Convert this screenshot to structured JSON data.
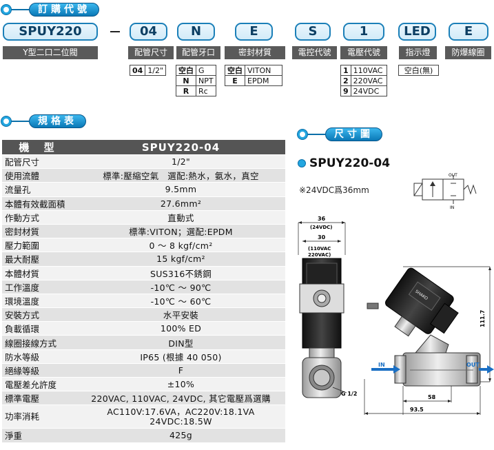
{
  "order": {
    "header": "訂購代號",
    "codes": [
      "SPUY220",
      "04",
      "N",
      "E",
      "S",
      "1",
      "LED",
      "E"
    ],
    "dash": "—",
    "labels": [
      "Y型二口二位閥",
      "配管尺寸",
      "配管牙口",
      "密封材質",
      "電控代號",
      "電壓代號",
      "指示燈",
      "防爆線圈"
    ],
    "size_opts": [
      [
        "04",
        "1/2\""
      ]
    ],
    "thread_opts": [
      [
        "空白",
        "G"
      ],
      [
        "N",
        "NPT"
      ],
      [
        "R",
        "Rc"
      ]
    ],
    "seal_opts": [
      [
        "空白",
        "VITON"
      ],
      [
        "E",
        "EPDM"
      ]
    ],
    "voltage_opts": [
      [
        "1",
        "110VAC"
      ],
      [
        "2",
        "220VAC"
      ],
      [
        "9",
        "24VDC"
      ]
    ],
    "led_opts": [
      [
        "空白(無)"
      ]
    ]
  },
  "spec": {
    "header": "規格表",
    "head_key": "機 型",
    "head_val": "SPUY220-04",
    "rows": [
      [
        "配管尺寸",
        "1/2\""
      ],
      [
        "使用流體",
        "標準:壓縮空氣　選配:熱水，氨水，真空"
      ],
      [
        "流量孔",
        "9.5mm"
      ],
      [
        "本體有效截面積",
        "27.6mm²"
      ],
      [
        "作動方式",
        "直動式"
      ],
      [
        "密封材質",
        "標準:VITON；選配:EPDM"
      ],
      [
        "壓力範圍",
        "0 ～ 8 kgf/cm²"
      ],
      [
        "最大耐壓",
        "15 kgf/cm²"
      ],
      [
        "本體材質",
        "SUS316不銹鋼"
      ],
      [
        "工作溫度",
        "-10℃ ～ 90℃"
      ],
      [
        "環境溫度",
        "-10℃ ～ 60℃"
      ],
      [
        "安裝方式",
        "水平安裝"
      ],
      [
        "負載循環",
        "100% ED"
      ],
      [
        "線圈接線方式",
        "DIN型"
      ],
      [
        "防水等級",
        "IP65 (根據 40 050)"
      ],
      [
        "絕緣等級",
        "F"
      ],
      [
        "電壓差允許度",
        "±10%"
      ],
      [
        "標準電壓",
        "220VAC, 110VAC, 24VDC, 其它電壓爲選購"
      ]
    ],
    "power_key": "功率消耗",
    "power_val1": "AC110V:17.6VA，AC220V:18.1VA",
    "power_val2": "24VDC:18.5W",
    "weight_key": "淨重",
    "weight_val": "425g"
  },
  "dims": {
    "header": "尺寸圖",
    "model": "SPUY220-04",
    "note": "※24VDC爲36mm",
    "sym_out": "OUT",
    "sym_in": "IN",
    "d36": "36",
    "d36_note": "(24VDC)",
    "d30": "30",
    "d30_note1": "(110VAC",
    "d30_note2": "220VAC)",
    "thread": "G 1/2",
    "height": "111.7",
    "len58": "58",
    "len935": "93.5",
    "in_label": "IN",
    "out_label": "OUT",
    "coil_brand": "SHAKO"
  },
  "colors": {
    "accent": "#1a7fb8",
    "flow_arrow": "#1a6fc4",
    "header_bg": "#555555"
  }
}
